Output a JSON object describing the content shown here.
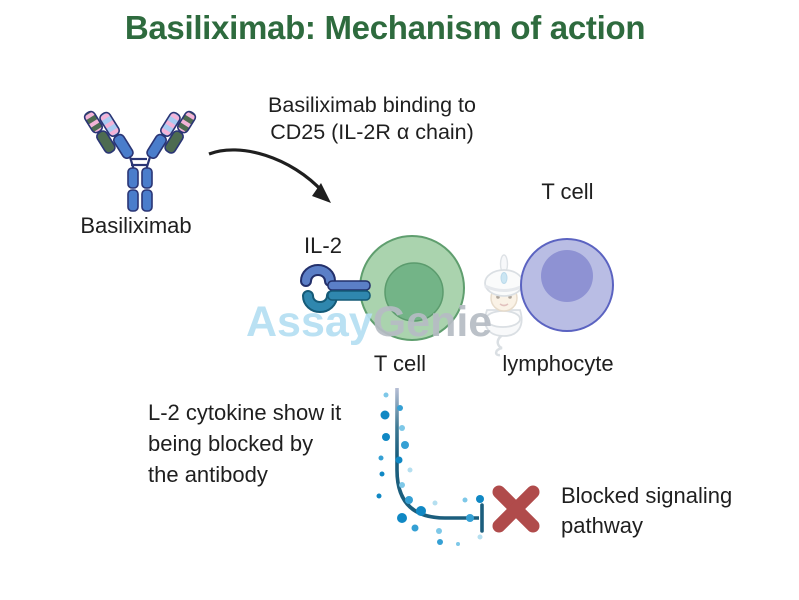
{
  "title": "Basiliximab: Mechanism of action",
  "antibody": {
    "label": "Basiliximab"
  },
  "binding_annotation": {
    "line1": "Basiliximab binding to",
    "line2": "CD25 (IL-2R α chain)"
  },
  "il2_receptor": {
    "label": "IL-2"
  },
  "green_cell": {
    "label": "T cell"
  },
  "purple_cell": {
    "top_label": "T cell",
    "bottom_label": "lymphocyte"
  },
  "watermark": {
    "part1": "Assay",
    "part2": "Genie"
  },
  "blocked_cytokine_note": {
    "line1": "L-2 cytokine show it",
    "line2": "being blocked by",
    "line3": "the antibody"
  },
  "blocked_signaling_note": {
    "line1": "Blocked signaling",
    "line2": "pathway"
  },
  "icons": {
    "blocked_x": "red cross mark",
    "curved_arrow": "black curved arrow",
    "inhibition_bar": "T-bar blocked pathway symbol",
    "genie_mascot": "genie watermark figure"
  },
  "colors": {
    "title_green": "#2e6b3e",
    "text_dark": "#1f1f1f",
    "watermark_blue": "#b5dff2",
    "watermark_gray": "#b6bcc4",
    "red_x": "#b04b4b",
    "green_cell_fill": "#aad3ae",
    "green_cell_border": "#5f9e6e",
    "green_nucleus_fill": "#73b487",
    "green_nucleus_border": "#5b9b6d",
    "purple_cell_fill": "#b9bde4",
    "purple_cell_border": "#5b63c1",
    "purple_nucleus_fill": "#8e92d3",
    "antibody_blue": "#4a7dcb",
    "antibody_navy": "#2a3575",
    "antibody_lightblue": "#a9cbf2",
    "antibody_pink": "#f3b3d8",
    "antibody_green": "#4d6b51",
    "receptor_blue": "#5b7fc7",
    "receptor_blue_dark": "#23306b",
    "receptor_teal": "#2f87ae",
    "receptor_teal_dark": "#155a77",
    "curve_teal": "#1b5e7d",
    "curve_fade_top": "#c0c4da",
    "dot_dark": "#1088c4",
    "dot_mid": "#35a0d4",
    "dot_light": "#7ec8e8",
    "dot_xlight": "#b5dff0",
    "arrow_black": "#1f1f1f"
  }
}
